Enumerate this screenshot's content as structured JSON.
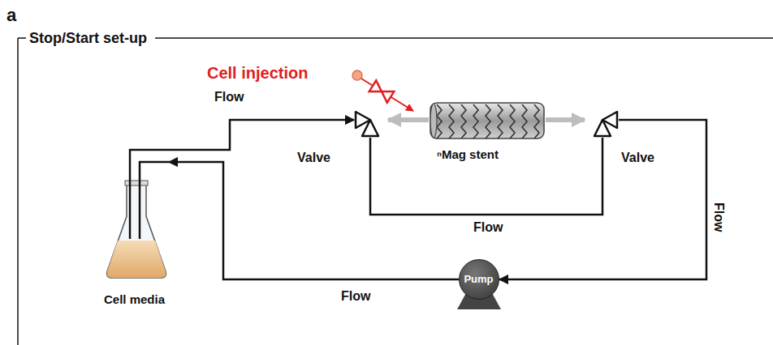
{
  "diagram": {
    "title": "Stop/Start set-up",
    "nodes": [
      {
        "text": [
          "Valve"
        ]
      },
      {
        "text": [
          "ⁿMag stent"
        ]
      },
      {
        "text": [
          "Valve"
        ]
      },
      {
        "text": [
          "Cell media"
        ]
      },
      {
        "text": [
          "Pump"
        ]
      }
    ],
    "edges": [
      {
        "from": 3,
        "to": 0,
        "label": "Flow",
        "arrow": "to"
      },
      {
        "from": 1,
        "to": 0,
        "arrow": "to"
      },
      {
        "from": 1,
        "to": 2,
        "arrow": "to"
      },
      {
        "from": 0,
        "to": 2,
        "label": "Flow",
        "arrow": "none"
      },
      {
        "from": 2,
        "to": 4,
        "label": "Flow",
        "arrow": "to"
      },
      {
        "from": 4,
        "to": 3,
        "label": "Flow",
        "arrow": "to"
      }
    ],
    "labels": [
      "a",
      "Cell injection"
    ]
  }
}
